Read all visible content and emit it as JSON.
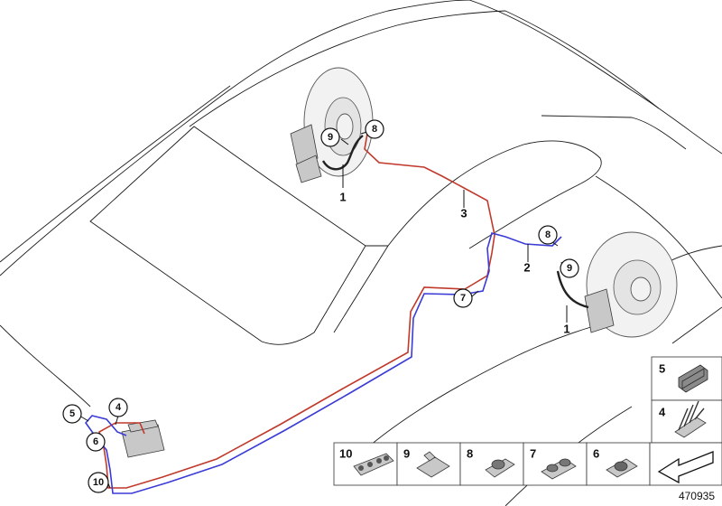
{
  "callouts": {
    "c9_top": "9",
    "c8_top": "8",
    "c8_right": "8",
    "c9_right": "9",
    "c7": "7",
    "c5": "5",
    "c4": "4",
    "c6": "6",
    "c10": "10"
  },
  "labels": {
    "l1_top": "1",
    "l3": "3",
    "l2": "2",
    "l1_right": "1"
  },
  "legend": {
    "side": [
      {
        "label": "5",
        "icon": "clip-strip-icon"
      },
      {
        "label": "4",
        "icon": "ribbed-clip-icon"
      }
    ],
    "bottom": [
      {
        "label": "10",
        "icon": "multi-pipe-clip-icon"
      },
      {
        "label": "9",
        "icon": "bracket-icon"
      },
      {
        "label": "8",
        "icon": "double-clip-icon"
      },
      {
        "label": "7",
        "icon": "triple-clip-icon"
      },
      {
        "label": "6",
        "icon": "single-clip-icon"
      }
    ]
  },
  "reference_number": "470935",
  "colors": {
    "red_line": "#c0392b",
    "blue_line": "#3b3bd6",
    "hose": "#222222"
  }
}
